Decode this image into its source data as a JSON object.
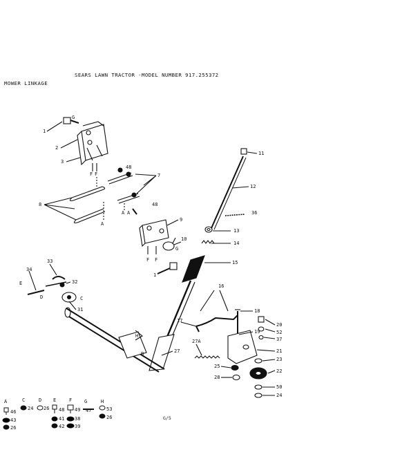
{
  "header": {
    "title": "SEARS LAWN TRACTOR -MODEL NUMBER 917.255372",
    "section": "MOWER LINKAGE"
  },
  "caption": "G/5",
  "callouts": [
    {
      "id": "c1a",
      "label": "1"
    },
    {
      "id": "c2",
      "label": "2"
    },
    {
      "id": "c3",
      "label": "3"
    },
    {
      "id": "c48a",
      "label": "48"
    },
    {
      "id": "c7",
      "label": "7"
    },
    {
      "id": "c8",
      "label": "8"
    },
    {
      "id": "c48b",
      "label": "48"
    },
    {
      "id": "c9",
      "label": "9"
    },
    {
      "id": "c10",
      "label": "10"
    },
    {
      "id": "c1b",
      "label": "1"
    },
    {
      "id": "c11",
      "label": "11"
    },
    {
      "id": "c12",
      "label": "12"
    },
    {
      "id": "c36",
      "label": "36"
    },
    {
      "id": "c13",
      "label": "13"
    },
    {
      "id": "c14",
      "label": "14"
    },
    {
      "id": "c15",
      "label": "15"
    },
    {
      "id": "c33",
      "label": "33"
    },
    {
      "id": "c34",
      "label": "34"
    },
    {
      "id": "c32",
      "label": "32"
    },
    {
      "id": "c31",
      "label": "31"
    },
    {
      "id": "c16",
      "label": "16"
    },
    {
      "id": "c17",
      "label": "17"
    },
    {
      "id": "c18",
      "label": "18"
    },
    {
      "id": "c19",
      "label": "19"
    },
    {
      "id": "c20",
      "label": "20"
    },
    {
      "id": "c52",
      "label": "52"
    },
    {
      "id": "c37",
      "label": "37"
    },
    {
      "id": "c21",
      "label": "21"
    },
    {
      "id": "c23",
      "label": "23"
    },
    {
      "id": "c22",
      "label": "22"
    },
    {
      "id": "c27",
      "label": "27"
    },
    {
      "id": "c27a",
      "label": "27A"
    },
    {
      "id": "c25",
      "label": "25"
    },
    {
      "id": "c28",
      "label": "28"
    },
    {
      "id": "c50",
      "label": "50"
    },
    {
      "id": "c24",
      "label": "24"
    }
  ],
  "letter_tags": [
    {
      "id": "t-g1",
      "label": "G"
    },
    {
      "id": "t-f1",
      "label": "F"
    },
    {
      "id": "t-f2",
      "label": "F"
    },
    {
      "id": "t-a1",
      "label": "A"
    },
    {
      "id": "t-a2",
      "label": "A"
    },
    {
      "id": "t-a3",
      "label": "A"
    },
    {
      "id": "t-f3",
      "label": "F"
    },
    {
      "id": "t-f4",
      "label": "F"
    },
    {
      "id": "t-g2",
      "label": "G"
    },
    {
      "id": "t-e",
      "label": "E"
    },
    {
      "id": "t-d",
      "label": "D"
    },
    {
      "id": "t-c",
      "label": "C"
    },
    {
      "id": "t-h",
      "label": "H"
    },
    {
      "id": "t-b",
      "label": "B"
    }
  ],
  "legend": {
    "columns": [
      {
        "letter": "A",
        "items": [
          "46",
          "43",
          "26"
        ]
      },
      {
        "letter": "C",
        "items": [
          "24"
        ]
      },
      {
        "letter": "D",
        "items": [
          "26"
        ]
      },
      {
        "letter": "E",
        "items": [
          "48",
          "41",
          "42"
        ]
      },
      {
        "letter": "F",
        "items": [
          "49",
          "38",
          "39"
        ]
      },
      {
        "letter": "G",
        "items": [
          "47"
        ]
      },
      {
        "letter": "H",
        "items": [
          "53",
          "26"
        ]
      }
    ]
  },
  "colors": {
    "ink": "#111111",
    "paper": "#ffffff"
  }
}
